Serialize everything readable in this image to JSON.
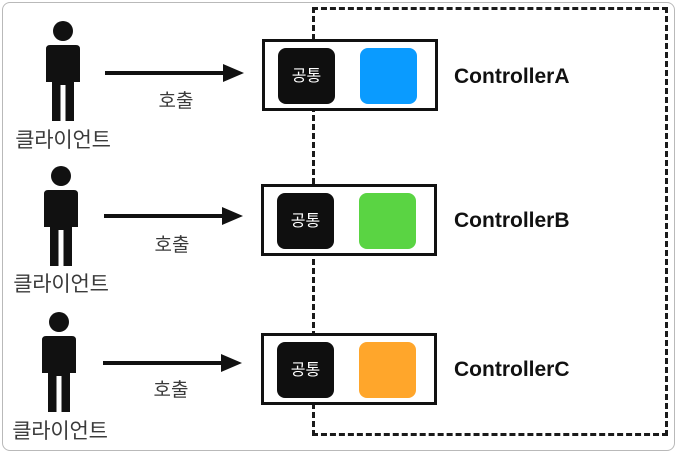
{
  "rows": [
    {
      "client_label": "클라이언트",
      "call_label": "호출",
      "common_label": "공통",
      "controller_label": "ControllerA",
      "chip_color": "#0A9BFF"
    },
    {
      "client_label": "클라이언트",
      "call_label": "호출",
      "common_label": "공통",
      "controller_label": "ControllerB",
      "chip_color": "#5AD443"
    },
    {
      "client_label": "클라이언트",
      "call_label": "호출",
      "common_label": "공통",
      "controller_label": "ControllerC",
      "chip_color": "#FFA62B"
    }
  ],
  "icons": {
    "person": "person-icon",
    "arrow": "arrow-right-icon"
  },
  "colors": {
    "frame_border": "#b9b9b9",
    "text_dark": "#111111",
    "text_muted": "#3b3b3b"
  }
}
